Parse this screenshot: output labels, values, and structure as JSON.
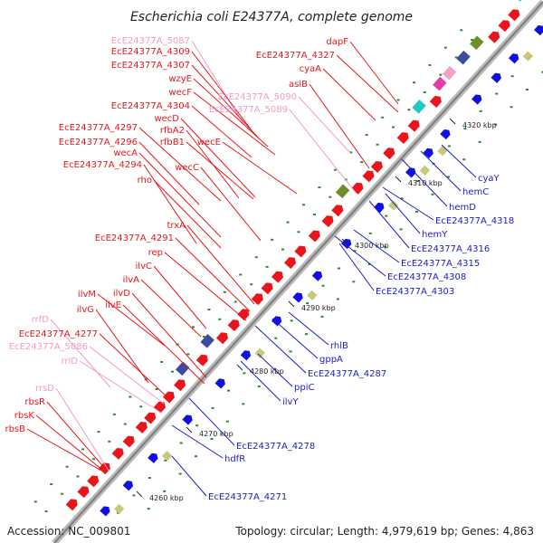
{
  "title": "Escherichia coli E24377A, complete genome",
  "footer": {
    "accession": "Accession: NC_009801",
    "topology": "Topology: circular; Length: 4,979,619 bp; Genes: 4,863"
  },
  "colors": {
    "backbone": "#9a9a9a",
    "red_label": "#e8151b",
    "pink_label": "#f59ac6",
    "blue_label": "#1c1cc8",
    "forward_arrow": "#e8151b",
    "reverse_arrow": "#1010e0",
    "tick": "#2e8b2e"
  },
  "ticks": [
    "4260 kbp",
    "4270 kbp",
    "4280 kbp",
    "4290 kbp",
    "4300 kbp",
    "4310 kbp",
    "4320 kbp"
  ],
  "left_labels": [
    {
      "text": "EcE24377A_5087",
      "kind": "pink"
    },
    {
      "text": "EcE24377A_4309",
      "kind": "red"
    },
    {
      "text": "EcE24377A_4307",
      "kind": "red"
    },
    {
      "text": "wzyE",
      "kind": "red"
    },
    {
      "text": "wecF",
      "kind": "red"
    },
    {
      "text": "EcE24377A_5090",
      "kind": "pink"
    },
    {
      "text": "EcE24377A_4304",
      "kind": "red"
    },
    {
      "text": "EcE24377A_5089",
      "kind": "pink"
    },
    {
      "text": "wecD",
      "kind": "red"
    },
    {
      "text": "EcE24377A_4297",
      "kind": "red"
    },
    {
      "text": "rfbA2",
      "kind": "red"
    },
    {
      "text": "EcE24377A_4296",
      "kind": "red"
    },
    {
      "text": "rfbB1",
      "kind": "red"
    },
    {
      "text": "wecE",
      "kind": "red"
    },
    {
      "text": "wecA",
      "kind": "red"
    },
    {
      "text": "EcE24377A_4294",
      "kind": "red"
    },
    {
      "text": "wecC",
      "kind": "red"
    },
    {
      "text": "rho",
      "kind": "red"
    },
    {
      "text": "dapF",
      "kind": "red"
    },
    {
      "text": "EcE24377A_4327",
      "kind": "red"
    },
    {
      "text": "cyaA",
      "kind": "red"
    },
    {
      "text": "aslB",
      "kind": "red"
    },
    {
      "text": "trxA",
      "kind": "red"
    },
    {
      "text": "EcE24377A_4291",
      "kind": "red"
    },
    {
      "text": "rep",
      "kind": "red"
    },
    {
      "text": "ilvC",
      "kind": "red"
    },
    {
      "text": "ilvA",
      "kind": "red"
    },
    {
      "text": "ilvM",
      "kind": "red"
    },
    {
      "text": "ilvD",
      "kind": "red"
    },
    {
      "text": "ilvE",
      "kind": "red"
    },
    {
      "text": "ilvG",
      "kind": "red"
    },
    {
      "text": "rrfD",
      "kind": "pink"
    },
    {
      "text": "EcE24377A_4277",
      "kind": "red"
    },
    {
      "text": "EcE24377A_5086",
      "kind": "pink"
    },
    {
      "text": "rrlD",
      "kind": "pink"
    },
    {
      "text": "rrsD",
      "kind": "pink"
    },
    {
      "text": "rbsR",
      "kind": "red"
    },
    {
      "text": "rbsK",
      "kind": "red"
    },
    {
      "text": "rbsB",
      "kind": "red"
    }
  ],
  "right_labels": [
    {
      "text": "cyaY"
    },
    {
      "text": "hemC"
    },
    {
      "text": "hemD"
    },
    {
      "text": "EcE24377A_4318"
    },
    {
      "text": "hemY"
    },
    {
      "text": "EcE24377A_4316"
    },
    {
      "text": "EcE24377A_4315"
    },
    {
      "text": "EcE24377A_4308"
    },
    {
      "text": "EcE24377A_4303"
    },
    {
      "text": "rhlB"
    },
    {
      "text": "gppA"
    },
    {
      "text": "EcE24377A_4287"
    },
    {
      "text": "ppiC"
    },
    {
      "text": "ilvY"
    },
    {
      "text": "EcE24377A_4278"
    },
    {
      "text": "hdfR"
    },
    {
      "text": "EcE24377A_4271"
    }
  ]
}
